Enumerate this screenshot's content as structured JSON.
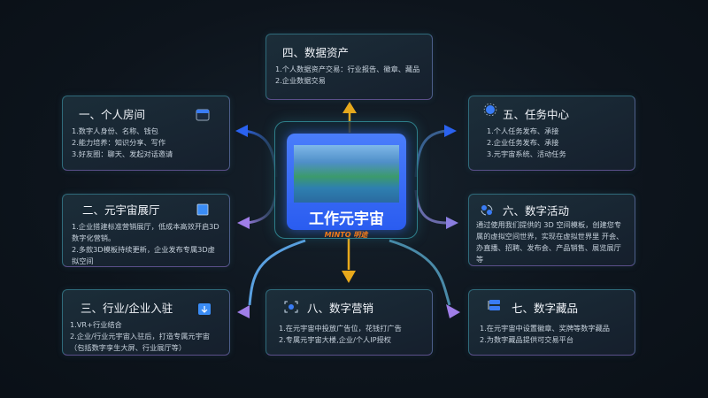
{
  "center": {
    "title": "工作元宇宙",
    "logo": "MINTO 明途"
  },
  "boxes": [
    {
      "title": "一、个人房间",
      "lines": [
        "1.数字人身份、名称、钱包",
        "2.能力培养：知识分享、写作",
        "3.好友圈：聊天、发起对话邀请"
      ],
      "icon": "window-icon"
    },
    {
      "title": "二、元宇宙展厅",
      "lines": [
        "1.企业搭建标准营销展厅，低成本高效开启3D数字化营销。",
        "2.多款3D模板持续更新，企业发布专属3D虚拟空间"
      ],
      "icon": "book-icon"
    },
    {
      "title": "三、行业/企业入驻",
      "lines": [
        "1.VR+行业结合",
        "2.企业/行业元宇宙入驻后，打造专属元宇宙（包括数字孪生大屏、行业展厅等）"
      ],
      "icon": "download-box-icon"
    },
    {
      "title": "四、数据资产",
      "lines": [
        "1.个人数据资产交易：行业报告、徽章、藏品",
        "2.企业数据交易"
      ]
    },
    {
      "title": "五、任务中心",
      "lines": [
        "1.个人任务发布、承接",
        "2.企业任务发布、承接",
        "3.元宇宙系统、活动任务"
      ],
      "icon": "sun-icon"
    },
    {
      "title": "六、数字活动",
      "lines": [
        "通过使用我们提供的 3D 空间模板，创建您专属的虚拟空间世界，实现在虚拟世界里 开会、办直播、招聘、发布会、产品销售、展览展厅等"
      ],
      "icon": "orbit-icon"
    },
    {
      "title": "七、数字藏品",
      "lines": [
        "1.在元宇宙中设置徽章、奖牌等数字藏品",
        "2.为数字藏品提供可交易平台"
      ],
      "icon": "stack-icon"
    },
    {
      "title": "八、数字营销",
      "lines": [
        "1.在元宇宙中投放广告位，花钱打广告",
        "2.专属元宇宙大楼,企业/个人IP授权"
      ],
      "icon": "focus-icon"
    }
  ],
  "colors": {
    "arrow_blue": "#2a62f0",
    "arrow_purple": "#a07ee8",
    "arrow_gold": "#e8a91c"
  }
}
